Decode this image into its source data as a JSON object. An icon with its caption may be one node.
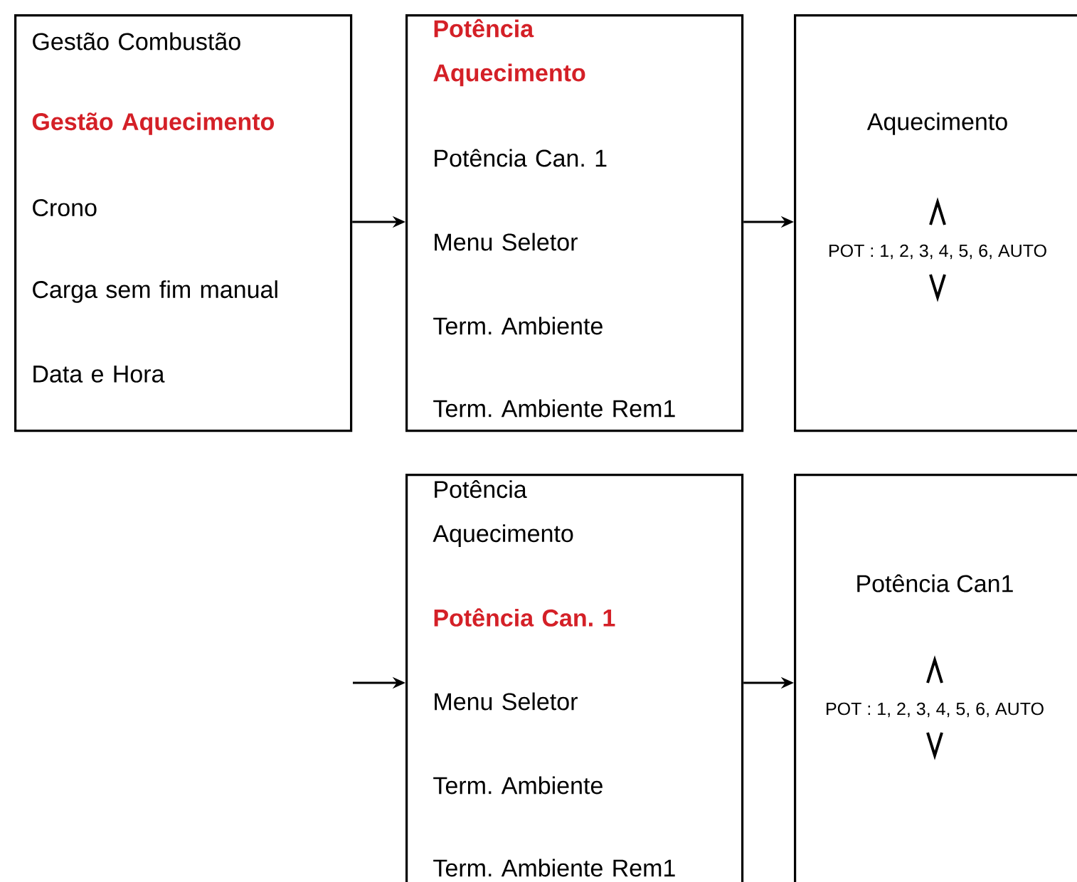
{
  "diagram": {
    "nodes": [
      {
        "text": [
          "Gestão Combustão",
          "Gestão Aquecimento",
          "Crono",
          "Carga sem fim manual",
          "Data e Hora"
        ]
      },
      {
        "text": [
          "Potência Aquecimento",
          "Potência Can. 1",
          "Menu Seletor",
          "Term. Ambiente",
          "Term. Ambiente Rem1"
        ]
      },
      {
        "text": [
          "Aquecimento",
          "POT : 1, 2, 3, 4, 5, 6, AUTO"
        ]
      },
      {
        "text": [
          "Potência Aquecimento",
          "Potência Can. 1",
          "Menu Seletor",
          "Term. Ambiente",
          "Term. Ambiente Rem1"
        ]
      },
      {
        "text": [
          "Potência Can1",
          "POT : 1, 2, 3, 4, 5, 6, AUTO"
        ]
      }
    ],
    "edges": [
      {
        "from": 0,
        "to": 1,
        "arrow": "to"
      },
      {
        "from": 1,
        "to": 2,
        "arrow": "to"
      },
      {
        "from": null,
        "to": 3,
        "arrow": "to"
      },
      {
        "from": 3,
        "to": 4,
        "arrow": "to"
      }
    ]
  }
}
